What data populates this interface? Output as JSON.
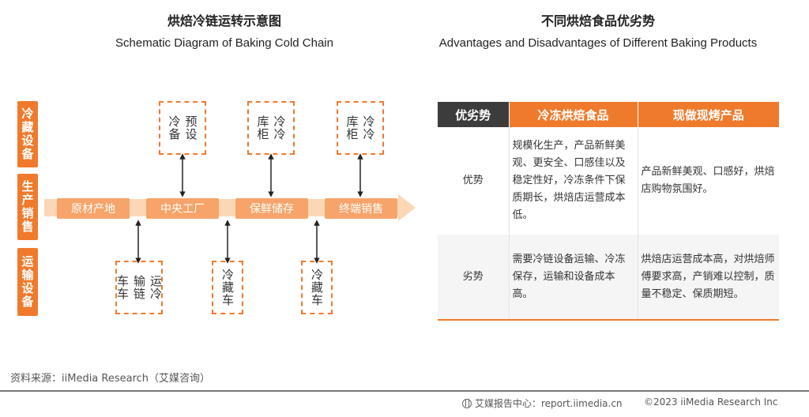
{
  "left_title": {
    "cn": "烘焙冷链运转示意图",
    "en": "Schematic Diagram of Baking Cold Chain"
  },
  "right_title": {
    "cn": "不同烘焙食品优劣势",
    "en": "Advantages and Disadvantages of Different Baking Products"
  },
  "categories": [
    "冷藏设备",
    "生产销售",
    "运输设备"
  ],
  "flow": [
    "原材产地",
    "中央工厂",
    "保鲜储存",
    "终端销售"
  ],
  "top_boxes": [
    {
      "cols": [
        "预设",
        "冷备"
      ]
    },
    {
      "cols": [
        "冷冷",
        "库柜"
      ]
    },
    {
      "cols": [
        "冷冷",
        "库柜"
      ]
    }
  ],
  "bottom_boxes": [
    {
      "cols": [
        "运冷",
        "输链",
        "车车"
      ]
    },
    {
      "cols": [
        "冷藏车"
      ]
    },
    {
      "cols": [
        "冷藏车"
      ]
    }
  ],
  "table": {
    "headers": [
      "优劣势",
      "冷冻烘焙食品",
      "现做现烤产品"
    ],
    "header_colors": [
      "#3c3c3c",
      "#f07a2c",
      "#f07a2c"
    ],
    "rows": [
      {
        "label": "优势",
        "frozen": "规模化生产，产品新鲜美观、更安全、口感佳以及稳定性好，冷冻条件下保质期长，烘焙店运营成本低。",
        "fresh": "产品新鲜美观、口感好，烘焙店购物氛围好。"
      },
      {
        "label": "劣势",
        "frozen": "需要冷链设备运输、冷冻保存，运输和设备成本高。",
        "fresh": "烘焙店运营成本高，对烘焙师傅要求高，产销难以控制，质量不稳定、保质期短。"
      }
    ]
  },
  "source": "资料来源：iiMedia Research（艾媒咨询）",
  "footer": {
    "center": "艾媒报告中心：report.iimedia.cn",
    "copyright": "©2023 iiMedia Research  Inc"
  }
}
